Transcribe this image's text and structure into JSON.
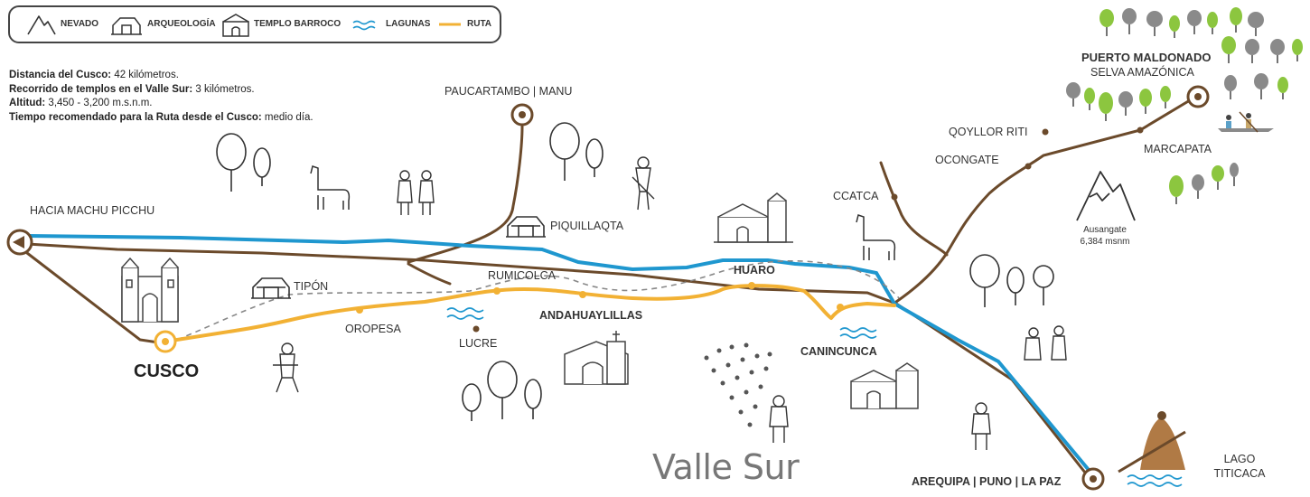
{
  "legend": {
    "nevado": "NEVADO",
    "arqueologia": "ARQUEOLOGÍA",
    "templo_barroco": "TEMPLO BARROCO",
    "lagunas": "LAGUNAS",
    "ruta": "RUTA"
  },
  "info": {
    "distance_label": "Distancia del Cusco:",
    "distance_value": " 42 kilómetros.",
    "temples_label": "Recorrido de templos en el Valle Sur:",
    "temples_value": " 3 kilómetros.",
    "altitude_label": "Altitud:",
    "altitude_value": " 3,450 - 3,200 m.s.n.m.",
    "time_label": "Tiempo recomendado para la Ruta desde el Cusco:",
    "time_value": " medio día."
  },
  "places": {
    "machu_picchu": "HACIA MACHU PICCHU",
    "cusco": "CUSCO",
    "tipon": "TIPÓN",
    "oropesa": "OROPESA",
    "lucre": "LUCRE",
    "rumicolca": "RUMICOLCA",
    "piquillaqta": "PIQUILLAQTA",
    "paucartambo": "PAUCARTAMBO | MANU",
    "andahuaylillas": "ANDAHUAYLILLAS",
    "huaro": "HUARO",
    "canincunca": "CANINCUNCA",
    "ccatca": "CCATCA",
    "ocongate": "OCONGATE",
    "qoyllor_riti": "QOYLLOR RITI",
    "marcapata": "MARCAPATA",
    "puerto_maldonado": "PUERTO MALDONADO",
    "selva": "SELVA AMAZÓNICA",
    "ausangate": "Ausangate",
    "ausangate_alt": "6,384 msnm",
    "arequipa": "AREQUIPA | PUNO | LA PAZ",
    "lago": "LAGO",
    "titicaca": "TITICACA"
  },
  "title": "Valle Sur",
  "colors": {
    "route": "#f2b134",
    "river": "#1f97cf",
    "road": "#6b4a2b",
    "trail": "#888888",
    "tree": "#8cc63f"
  }
}
